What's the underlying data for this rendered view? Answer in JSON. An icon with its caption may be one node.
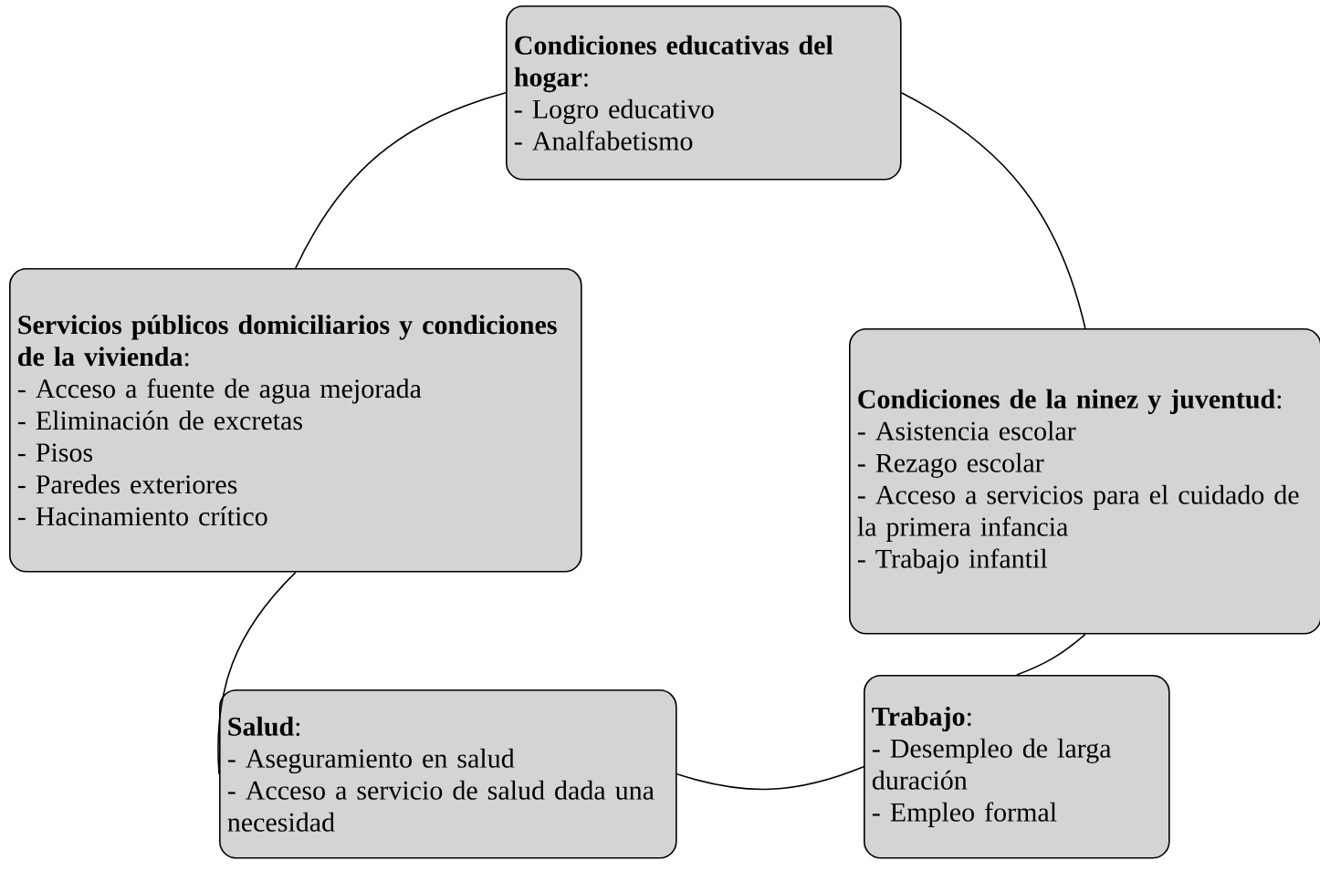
{
  "diagram": {
    "nodes": [
      {
        "text": [
          "**Condiciones educativas del hogar**:",
          "- Logro educativo",
          "- Analfabetismo"
        ]
      },
      {
        "text": [
          "**Servicios públicos domiciliarios y condiciones de la vivienda**:",
          "- Acceso a fuente de agua mejorada",
          "- Eliminación de excretas",
          "- Pisos",
          "- Paredes exteriores",
          "- Hacinamiento crítico"
        ]
      },
      {
        "text": [
          "**Condiciones de la ninez y juventud**:",
          "- Asistencia escolar",
          "- Rezago escolar",
          "- Acceso a servicios para el cuidado de la primera infancia",
          "- Trabajo infantil"
        ]
      },
      {
        "text": [
          "**Trabajo**:",
          "- Desempleo de larga duración",
          "- Empleo formal"
        ]
      },
      {
        "text": [
          "**Salud**:",
          "- Aseguramiento en salud",
          "- Acceso a servicio de salud dada una necesidad"
        ]
      }
    ],
    "edges": [
      {
        "from": 0,
        "to": 2,
        "arrow": "none"
      },
      {
        "from": 2,
        "to": 3,
        "arrow": "none"
      },
      {
        "from": 3,
        "to": 4,
        "arrow": "none"
      },
      {
        "from": 4,
        "to": 1,
        "arrow": "none"
      },
      {
        "from": 1,
        "to": 0,
        "arrow": "none"
      }
    ]
  }
}
